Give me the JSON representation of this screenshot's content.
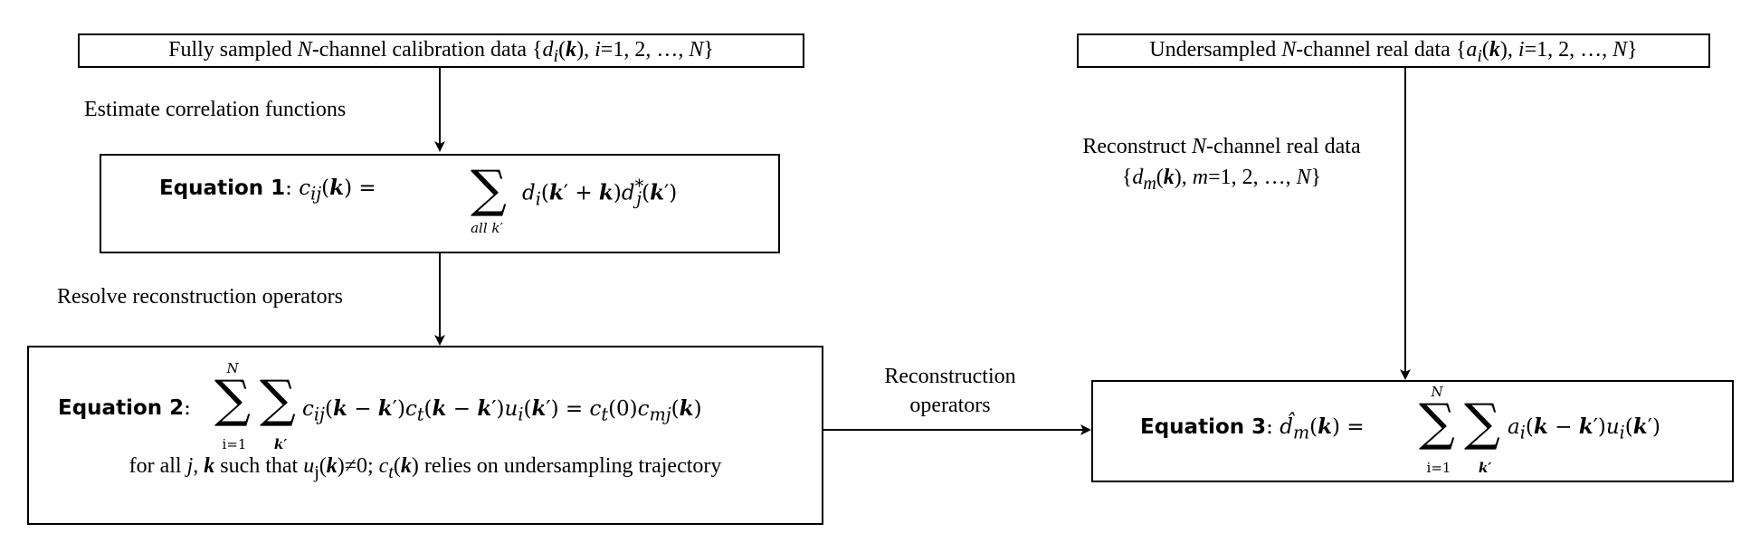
{
  "calib": {
    "prefix": "Fully sampled ",
    "var_N": "N",
    "mid": "-channel calibration data {",
    "var_d": "d",
    "sub_i": "i",
    "var_k": "k",
    "suffix": "), ",
    "var_i": "i",
    "range": "=1, 2, …, ",
    "close": "}"
  },
  "real": {
    "prefix": "Undersampled ",
    "var_N": "N",
    "mid": "-channel real data {",
    "var_a": "a",
    "sub_i": "i",
    "var_k": "k",
    "suffix": "), ",
    "var_i": "i",
    "range": "=1, 2, …, ",
    "close": "}"
  },
  "labels": {
    "estimate": "Estimate correlation functions",
    "resolve": "Resolve reconstruction operators",
    "operators_line1": "Reconstruction",
    "operators_line2": "operators",
    "reconstruct_line1_a": "Reconstruct ",
    "reconstruct_N": "N",
    "reconstruct_line1_b": "-channel real data",
    "reconstruct_open": "{",
    "reconstruct_d": "d",
    "reconstruct_sub_m": "m",
    "reconstruct_k": "k",
    "reconstruct_mid": "), ",
    "reconstruct_m": "m",
    "reconstruct_range": "=1, 2, …, ",
    "reconstruct_close": "}"
  },
  "eq1": {
    "label": "Equation 1",
    "lhs": "c",
    "lhs_sub": "ij",
    "sum_limit": "all k′",
    "rhs": "d",
    "rhs_sub_i": "i",
    "rhs2": "d",
    "rhs2_sub": "j",
    "rhs2_sup": "*"
  },
  "eq2": {
    "label": "Equation 2",
    "sum1_top": "N",
    "sum1_bottom": "i=1",
    "sum2_bottom": "k′",
    "note_a": "for all ",
    "note_j": "j",
    "note_b": ", ",
    "note_k": "k",
    "note_c": " such that ",
    "note_u": "u",
    "note_u_sub": "j",
    "note_d": "(",
    "note_k2": "k",
    "note_e": ")≠0; ",
    "note_c2": "c",
    "note_t_sub": "t",
    "note_f": "(",
    "note_k3": "k",
    "note_g": ") relies on undersampling trajectory"
  },
  "eq3": {
    "label": "Equation 3",
    "sum1_top": "N",
    "sum1_bottom": "i=1",
    "sum2_bottom": "k′"
  }
}
